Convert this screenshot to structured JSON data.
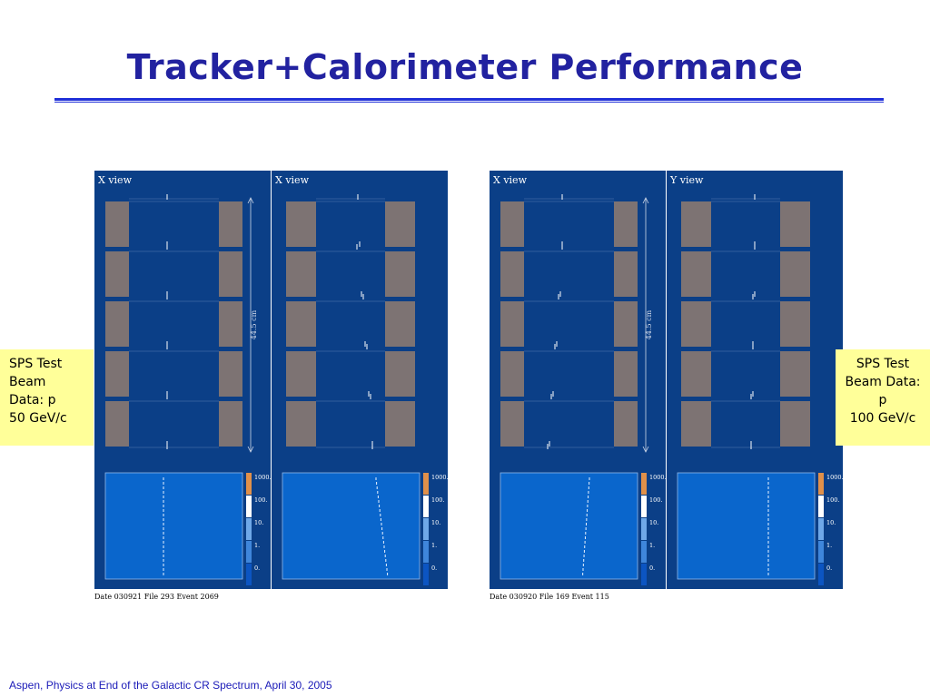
{
  "slide": {
    "title": "Tracker+Calorimeter Performance",
    "footer": "Aspen, Physics at End of the Galactic CR Spectrum, April 30, 2005"
  },
  "colors": {
    "title": "#2222a0",
    "rule": "#1f2fd8",
    "panel_bg": "#0b3f87",
    "tile": "#7d7373",
    "calorimeter": "#0a66cc",
    "note_bg": "#ffff99",
    "footer": "#1b1bb8"
  },
  "left_box": {
    "line1": "SPS Test",
    "line2": "Beam",
    "line3_prefix": "Data: ",
    "line3_particle": "p",
    "line4": "50 GeV/c"
  },
  "right_box": {
    "line1": "SPS Test",
    "line2": "Beam Data:",
    "line3_particle": "p",
    "line4": "100 GeV/c"
  },
  "events": [
    {
      "info": "Date 030921 File 293 Event 2069",
      "dimension_label": "44.5 cm",
      "panels": [
        {
          "view": "X view"
        },
        {
          "view": "X view"
        }
      ]
    },
    {
      "info": "Date 030920 File 169 Event 115",
      "dimension_label": "44.5 cm",
      "panels": [
        {
          "view": "X view"
        },
        {
          "view": "Y view"
        }
      ]
    }
  ],
  "color_scale": [
    "1000.",
    "100.",
    "10.",
    "1.",
    "0."
  ]
}
